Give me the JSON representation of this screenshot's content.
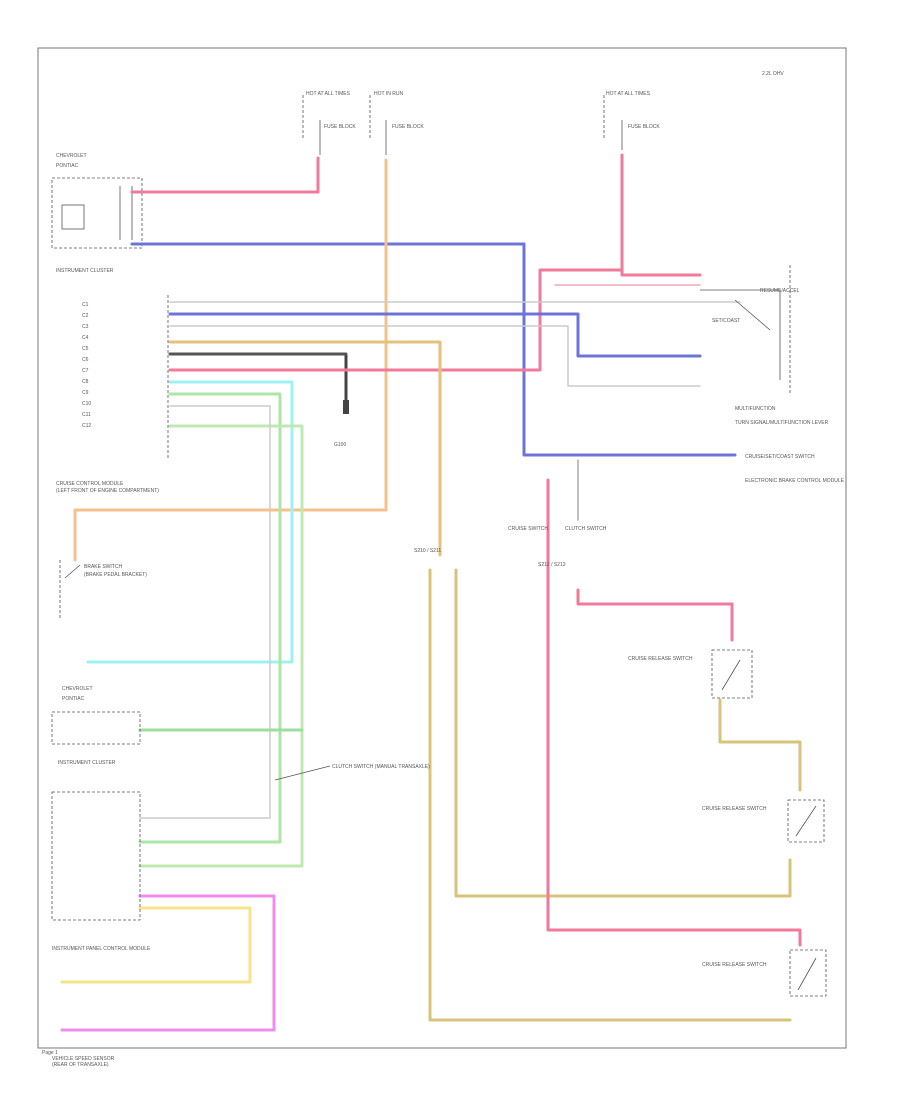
{
  "corner_note": "2.2L OHV",
  "footer_note": "Page 1",
  "labels": {
    "hot_at_all_times_1": "HOT AT ALL TIMES",
    "fuse_block_1": "FUSE BLOCK",
    "hot_in_run_1": "HOT IN RUN",
    "fuse_block_2": "FUSE BLOCK",
    "hot_at_all_times_2": "HOT AT ALL TIMES",
    "fuse_block_3": "FUSE BLOCK",
    "cavalier_top": "CHEVROLET",
    "pontiac_top": "PONTIAC",
    "instrument_cluster_top": "INSTRUMENT CLUSTER",
    "cruise_module": "CRUISE CONTROL MODULE",
    "cruise_module_sub": "(LEFT FRONT OF ENGINE COMPARTMENT)",
    "ground_label": "G100",
    "multifunction": "MULTIFUNCTION",
    "cruise_switch": "CRUISE/SET/COAST SWITCH",
    "resume_button": "RESUME/ACCEL",
    "set_button": "SET/COAST",
    "turn_signal": "TURN SIGNAL/MULTIFUNCTION LEVER",
    "electronic_brake": "ELECTRONIC BRAKE CONTROL MODULE",
    "brake_switch_upper": "BRAKE SWITCH",
    "brake_switch_upper_sub": "(BRAKE PEDAL BRACKET)",
    "c1_sw": "CRUISE SWITCH",
    "c2_sw": "CLUTCH SWITCH",
    "cavalier_mid": "CHEVROLET",
    "pontiac_mid": "PONTIAC",
    "instrument_cluster_mid": "INSTRUMENT CLUSTER",
    "cruise_module_lower": "INSTRUMENT PANEL CONTROL MODULE",
    "clutch_switch": "CLUTCH SWITCH (MANUAL TRANSAXLE)",
    "brake_release_1": "CRUISE RELEASE SWITCH",
    "brake_release_2": "CRUISE RELEASE SWITCH",
    "brake_release_3": "CRUISE RELEASE SWITCH",
    "vss": "VEHICLE SPEED SENSOR",
    "vss_sub": "(REAR OF TRANSAXLE)",
    "splice_1": "S210 / S211",
    "splice_2": "S212 / S213"
  },
  "pins": {
    "p1": "C1",
    "p2": "C2",
    "p3": "C3",
    "p4": "C4",
    "p5": "C5",
    "p6": "C6",
    "p7": "C7",
    "p8": "C8",
    "p9": "C9",
    "p10": "C10",
    "p11": "C11",
    "p12": "C12"
  }
}
